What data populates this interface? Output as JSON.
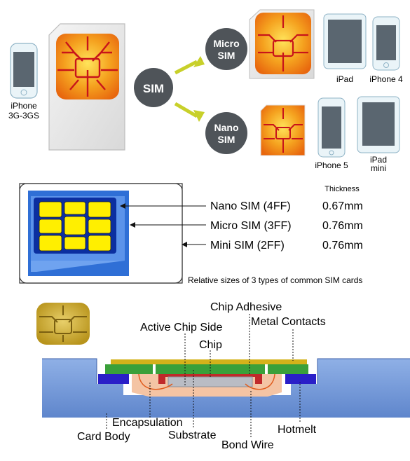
{
  "top": {
    "hub_label": "SIM",
    "micro_label_1": "Micro",
    "micro_label_2": "SIM",
    "nano_label_1": "Nano",
    "nano_label_2": "SIM",
    "phones": {
      "iphone_old_1": "iPhone",
      "iphone_old_2": "3G-3GS",
      "ipad": "iPad",
      "iphone4": "iPhone 4",
      "iphone5": "iPhone 5",
      "ipad_mini_1": "iPad",
      "ipad_mini_2": "mini"
    },
    "colors": {
      "hub": "#4f5459",
      "arrow": "#c8d02a",
      "chip_orange": "#f08a1c",
      "chip_yellow": "#ffe04a",
      "chip_red": "#c8141a"
    }
  },
  "sizes": {
    "thickness_header": "Thickness",
    "rows": [
      {
        "name": "Nano SIM (4FF)",
        "thickness": "0.67mm"
      },
      {
        "name": "Micro SIM (3FF)",
        "thickness": "0.76mm"
      },
      {
        "name": "Mini SIM (2FF)",
        "thickness": "0.76mm"
      }
    ],
    "caption": "Relative sizes of 3 types of common SIM cards",
    "colors": {
      "mini": "#2f6fd6",
      "micro": "#6fa3f0",
      "nano": "#0b2fa0",
      "contacts": "#ffef00"
    }
  },
  "cross_section": {
    "labels": {
      "chip_adhesive": "Chip Adhesive",
      "active_chip_side": "Active Chip Side",
      "metal_contacts": "Metal Contacts",
      "chip": "Chip",
      "encapsulation": "Encapsulation",
      "card_body": "Card Body",
      "substrate": "Substrate",
      "hotmelt": "Hotmelt",
      "bond_wire": "Bond Wire"
    },
    "colors": {
      "card_body": "#6e93d6",
      "metal": "#d4b21a",
      "substrate": "#3aa03a",
      "hotmelt": "#2a1fc8",
      "encapsulation": "#f4c4a4",
      "chip": "#b9bcc4",
      "adhesive": "#c02a2a"
    }
  }
}
